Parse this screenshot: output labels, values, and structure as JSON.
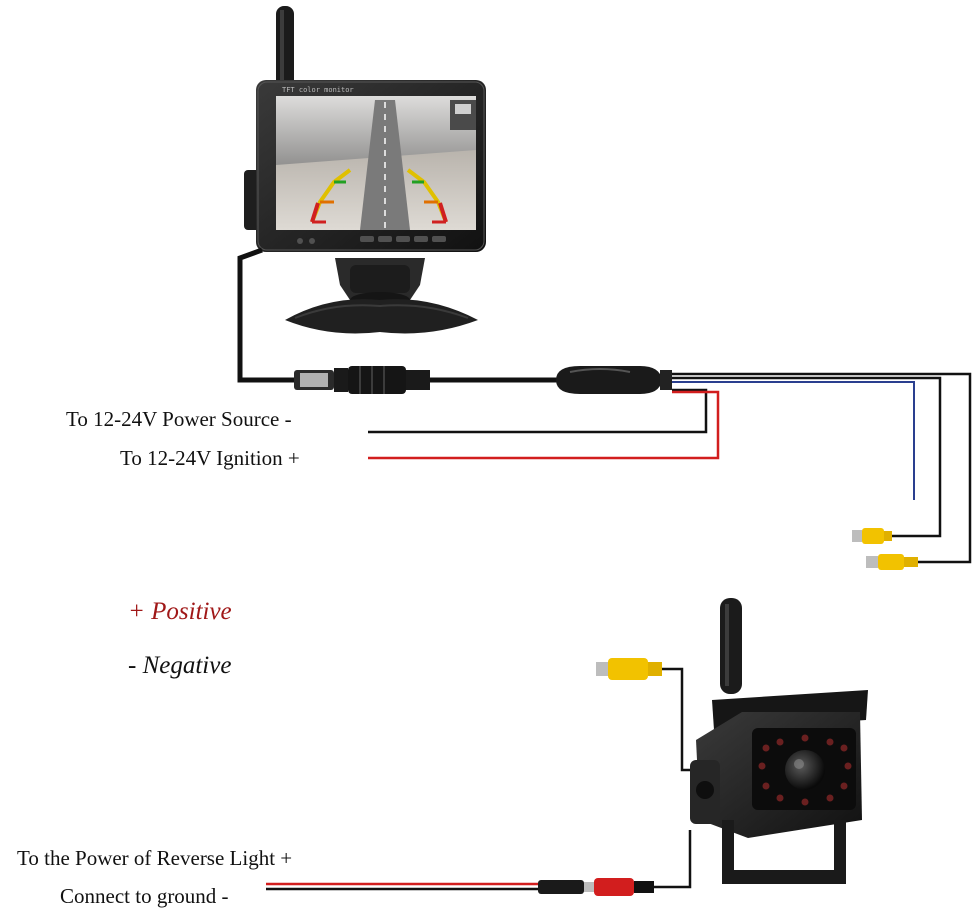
{
  "monitor": {
    "screen_caption": "TFT color monitor"
  },
  "labels": {
    "power_source": "To 12-24V Power Source -",
    "ignition": "To 12-24V Ignition +",
    "reverse_light": "To the Power of Reverse Light +",
    "ground": "Connect to ground -"
  },
  "legend": {
    "positive": "+ Positive",
    "negative": "- Negative"
  },
  "colors": {
    "positive_wire": "#d21e1e",
    "negative_wire": "#111111",
    "signal_wire": "#2a3f8f",
    "rca_connector": "#f2c200",
    "legend_positive": "#a01818",
    "legend_negative": "#111111"
  }
}
